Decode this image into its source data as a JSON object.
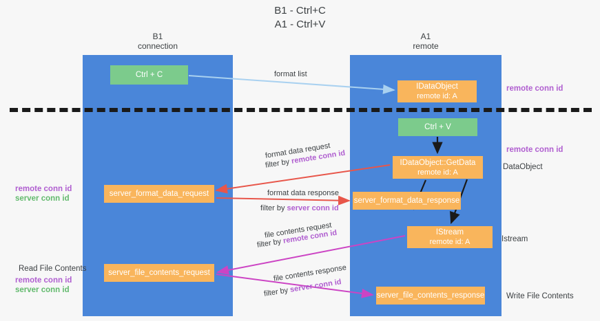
{
  "title": {
    "line1": "B1 - Ctrl+C",
    "line2": "A1 - Ctrl+V"
  },
  "columns": {
    "left": {
      "name": "B1",
      "role": "connection"
    },
    "right": {
      "name": "A1",
      "role": "remote"
    }
  },
  "nodes": {
    "ctrl_c": {
      "label": "Ctrl + C",
      "color": "#7ccb8c"
    },
    "idataobject": {
      "line1": "IDataObject",
      "line2": "remote id: A",
      "color": "#f9b55c"
    },
    "ctrl_v": {
      "label": "Ctrl + V",
      "color": "#7ccb8c"
    },
    "getdata": {
      "line1": "IDataObject::GetData",
      "line2": "remote id: A",
      "color": "#f9b55c"
    },
    "format_data_response": {
      "label": "server_format_data_response",
      "color": "#f9b55c"
    },
    "istream": {
      "line1": "IStream",
      "line2": "remote id: A",
      "color": "#f9b55c"
    },
    "file_contents_response": {
      "label": "server_file_contents_response",
      "color": "#f9b55c"
    },
    "format_data_request": {
      "label": "server_format_data_request",
      "color": "#f9b55c"
    },
    "file_contents_request": {
      "label": "server_file_contents_request",
      "color": "#f9b55c"
    }
  },
  "edges": {
    "format_list": {
      "label": "format list"
    },
    "format_data_request": {
      "label": "format data request",
      "filter_prefix": "filter by ",
      "filter_key": "remote conn id"
    },
    "format_data_response": {
      "label": "format data response",
      "filter_prefix": "filter by ",
      "filter_key": "server conn id"
    },
    "file_contents_request": {
      "label": "file contents request",
      "filter_prefix": "filter by ",
      "filter_key": "remote conn id"
    },
    "file_contents_response": {
      "label": "file contents response",
      "filter_prefix": "filter by ",
      "filter_key": "server conn id"
    }
  },
  "annotations": {
    "remote_conn_id_top": "remote conn id",
    "remote_conn_id_mid": "remote conn id",
    "dataobject": "DataObject",
    "istream": "Istream",
    "write_file_contents": "Write File Contents",
    "read_file_contents": "Read File Contents",
    "left_remote_conn_id": "remote conn id",
    "left_server_conn_id": "server conn id",
    "left_remote_conn_id_2": "remote conn id",
    "left_server_conn_id_2": "server conn id"
  },
  "colors": {
    "band": "#4a86d9",
    "green_node": "#7ccb8c",
    "orange_node": "#f9b55c",
    "purple_text": "#b05fd0",
    "green_text": "#63ba6e",
    "red_arrow": "#e8564a",
    "magenta_arrow": "#cc44c4",
    "blue_arrow": "#a9d1f0",
    "black_arrow": "#1a1a1a",
    "background": "#f7f7f7"
  }
}
